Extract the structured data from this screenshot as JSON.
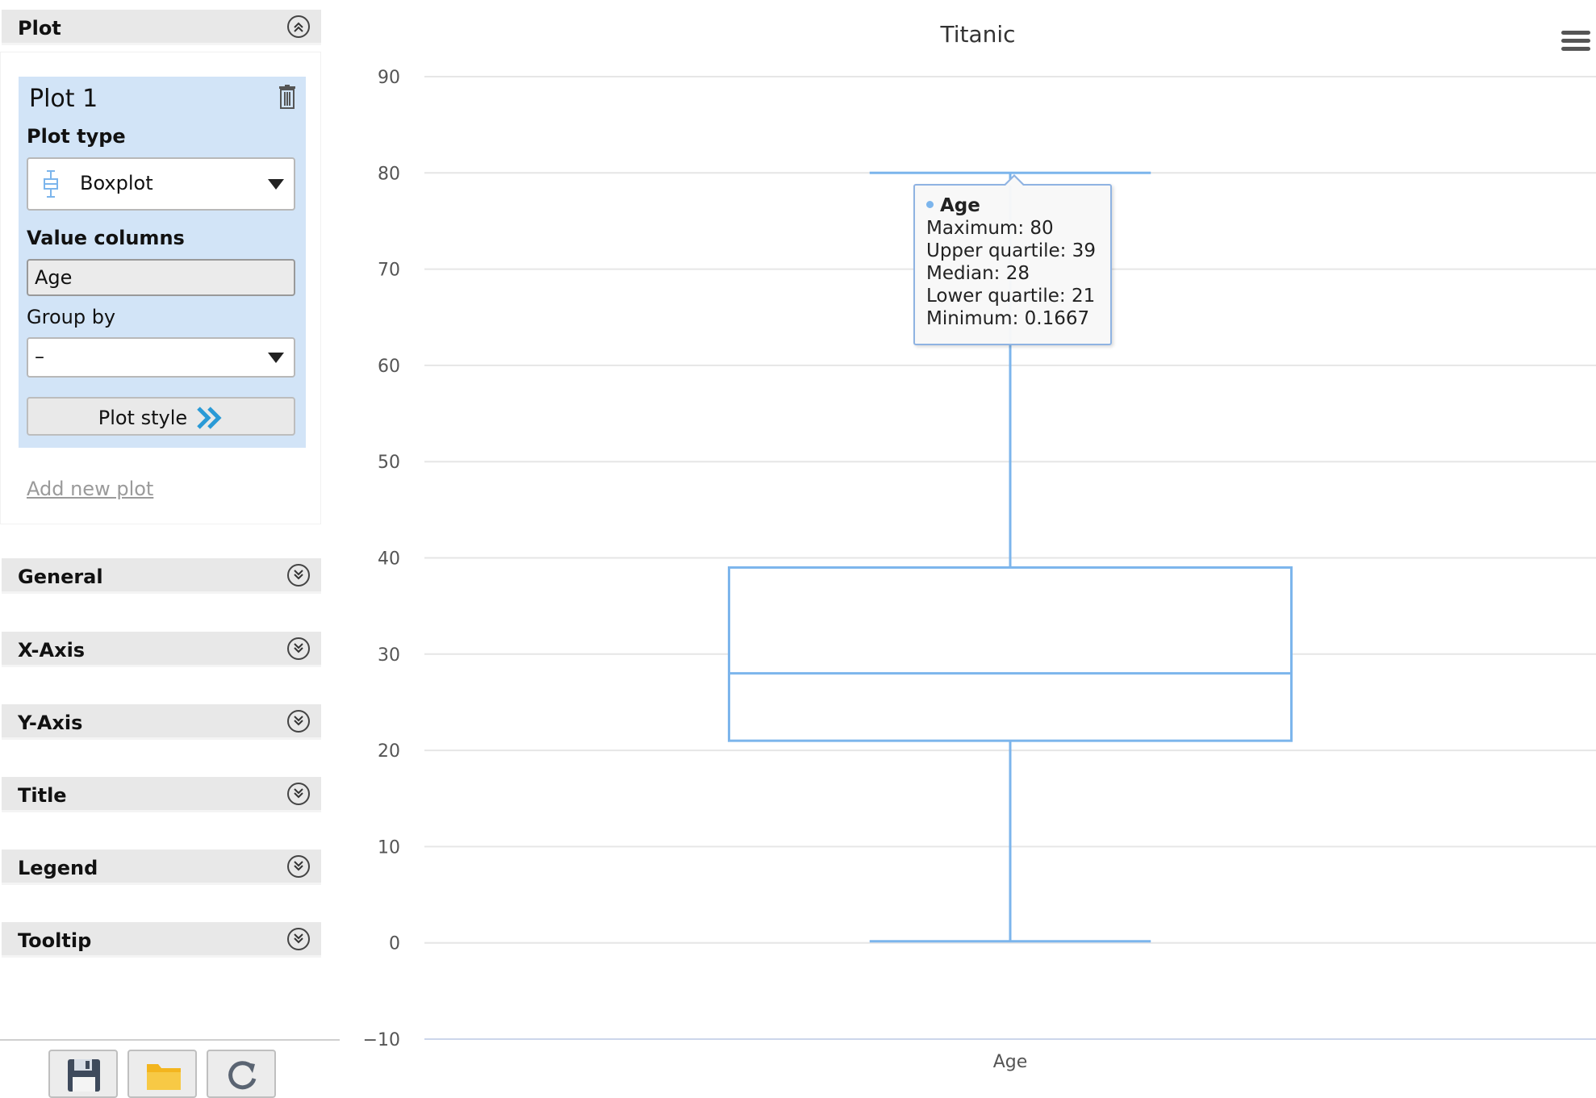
{
  "sidebar": {
    "plot_section": {
      "label": "Plot"
    },
    "plot_card": {
      "title": "Plot 1",
      "plot_type_label": "Plot type",
      "plot_type_value": "Boxplot",
      "value_columns_label": "Value columns",
      "value_column": "Age",
      "group_by_label": "Group by",
      "group_by_value": "–",
      "plot_style_label": "Plot style"
    },
    "add_new_plot": "Add new plot",
    "sections": [
      {
        "label": "General"
      },
      {
        "label": "X-Axis"
      },
      {
        "label": "Y-Axis"
      },
      {
        "label": "Title"
      },
      {
        "label": "Legend"
      },
      {
        "label": "Tooltip"
      }
    ],
    "toolbar": [
      {
        "icon": "save-icon"
      },
      {
        "icon": "folder-icon"
      },
      {
        "icon": "refresh-icon"
      }
    ]
  },
  "tooltip": {
    "series": "Age",
    "maximum": "Maximum: 80",
    "upper_quartile": "Upper quartile: 39",
    "median": "Median: 28",
    "lower_quartile": "Lower quartile: 21",
    "minimum": "Minimum: 0.1667"
  },
  "colors": {
    "series": "#7cb5ec",
    "card_background": "#d2e4f7",
    "section_header": "#e8e8e8"
  },
  "chart_data": {
    "type": "boxplot",
    "title": "Titanic",
    "categories": [
      "Age"
    ],
    "series": [
      {
        "values": [
          {
            "min": 0.1667,
            "q1": 21,
            "median": 28,
            "q3": 39,
            "max": 80
          }
        ]
      }
    ],
    "ylim": [
      -10,
      90
    ],
    "yticks": [
      -10,
      0,
      10,
      20,
      30,
      40,
      50,
      60,
      70,
      80,
      90
    ],
    "grid": true,
    "legend": "none"
  }
}
